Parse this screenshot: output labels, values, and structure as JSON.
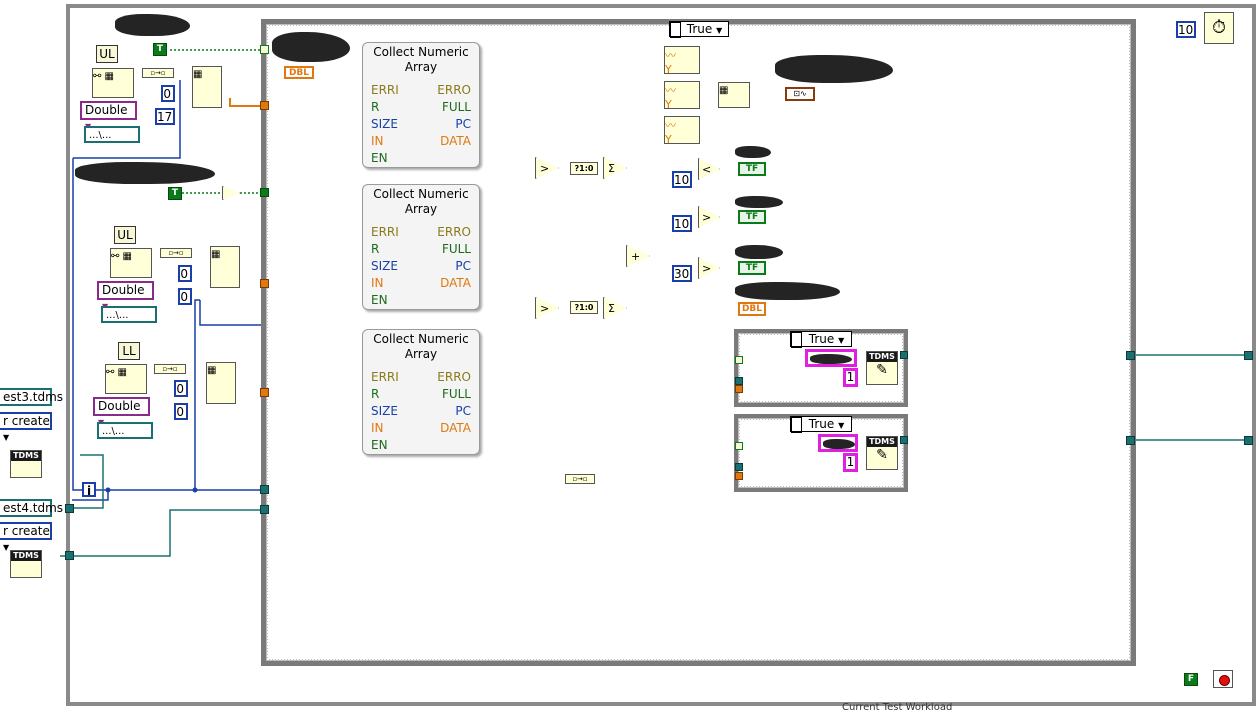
{
  "case_structure": {
    "selector": "True"
  },
  "inner_cases": [
    {
      "selector": "True",
      "index_const": "1",
      "tdms_label": "TDMS"
    },
    {
      "selector": "True",
      "index_const": "1",
      "tdms_label": "TDMS"
    }
  ],
  "collect_blocks": [
    {
      "title": "Collect Numeric Array",
      "left_terms": [
        "ERRI",
        "R",
        "SIZE",
        "IN",
        "EN"
      ],
      "right_terms": [
        "ERRO",
        "FULL",
        "PC",
        "DATA"
      ]
    },
    {
      "title": "Collect Numeric Array",
      "left_terms": [
        "ERRI",
        "R",
        "SIZE",
        "IN",
        "EN"
      ],
      "right_terms": [
        "ERRO",
        "FULL",
        "PC",
        "DATA"
      ]
    },
    {
      "title": "Collect Numeric Array",
      "left_terms": [
        "ERRI",
        "R",
        "SIZE",
        "IN",
        "EN"
      ],
      "right_terms": [
        "ERRO",
        "FULL",
        "PC",
        "DATA"
      ]
    }
  ],
  "channel_labels": [
    "UL",
    "UL",
    "LL"
  ],
  "dtype_dropdowns": [
    "Double",
    "Double",
    "Double"
  ],
  "path_consts": [
    "...\\...",
    "...\\...",
    "...\\..."
  ],
  "numeric_consts": {
    "c1": "0",
    "c2": "17",
    "c3": "0",
    "c4": "0",
    "c5": "0",
    "c6": "0",
    "t10a": "10",
    "t10b": "10",
    "t30": "30",
    "timer": "10"
  },
  "boolean_consts": {
    "b1": "T",
    "b2": "T",
    "stop_false": "F"
  },
  "indicators": {
    "tf": "TF",
    "dbl": "DBL"
  },
  "files": {
    "file3": "est3.tdms",
    "file4": "est4.tdms",
    "op": "r create",
    "tdms": "TDMS"
  },
  "iteration": "i",
  "sum_symbol": "Σ",
  "compare_symbols": {
    "gt": ">",
    "lt": "<",
    "plus": "+"
  },
  "range_label": "?1:0",
  "bottom_text": "Current Test Workload"
}
